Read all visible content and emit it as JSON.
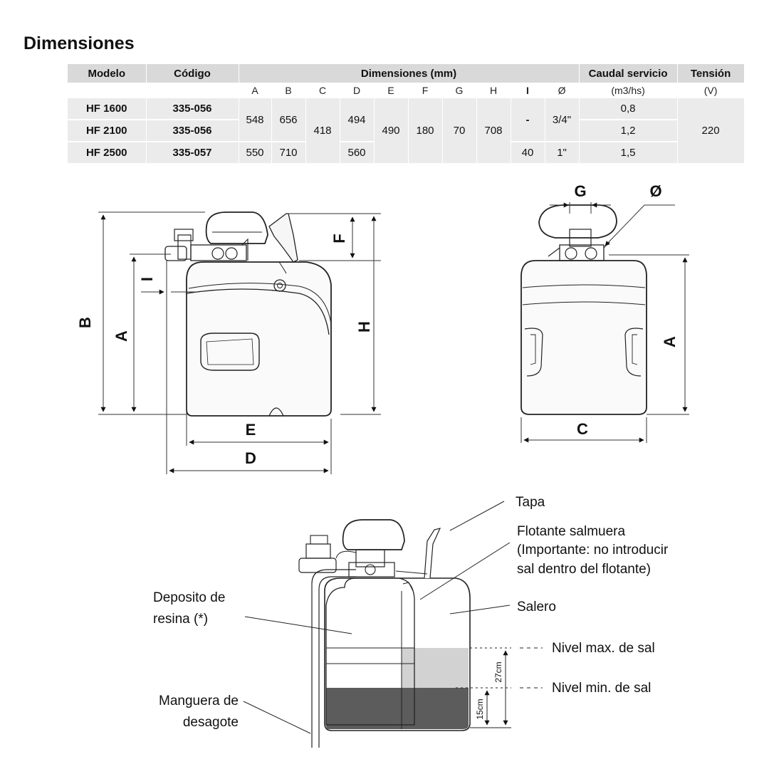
{
  "title": "Dimensiones",
  "table": {
    "headers": {
      "model": "Modelo",
      "code": "Código",
      "dims": "Dimensiones (mm)",
      "flow": "Caudal servicio",
      "voltage": "Tensión"
    },
    "units": [
      "A",
      "B",
      "C",
      "D",
      "E",
      "F",
      "G",
      "H",
      "I",
      "Ø",
      "(m3/hs)",
      "(V)"
    ],
    "rows": [
      {
        "model": "HF 1600",
        "code": "335-056",
        "A": "548",
        "B": "656",
        "C": "418",
        "D": "494",
        "E": "490",
        "F": "180",
        "G": "70",
        "H": "708",
        "I": "-",
        "dia": "3/4\"",
        "flow": "0,8",
        "volt": "220"
      },
      {
        "model": "HF 2100",
        "code": "335-056",
        "flow": "1,2"
      },
      {
        "model": "HF 2500",
        "code": "335-057",
        "A": "550",
        "B": "710",
        "D": "560",
        "I": "40",
        "dia": "1\"",
        "flow": "1,5"
      }
    ]
  },
  "side_view_labels": {
    "B": "B",
    "A": "A",
    "I": "I",
    "F": "F",
    "H": "H",
    "E": "E",
    "D": "D"
  },
  "front_view_labels": {
    "G": "G",
    "dia": "Ø",
    "A": "A",
    "C": "C"
  },
  "cutaway": {
    "tapa": "Tapa",
    "flotante_1": "Flotante salmuera",
    "flotante_2": "(Importante: no introducir",
    "flotante_3": "sal dentro del flotante)",
    "salero": "Salero",
    "deposito_1": "Deposito de",
    "deposito_2": "resina (*)",
    "manguera_1": "Manguera de",
    "manguera_2": "desagote",
    "nivel_max": "Nivel max. de sal",
    "nivel_min": "Nivel min. de sal",
    "dim_27": "27cm",
    "dim_15": "15cm"
  }
}
